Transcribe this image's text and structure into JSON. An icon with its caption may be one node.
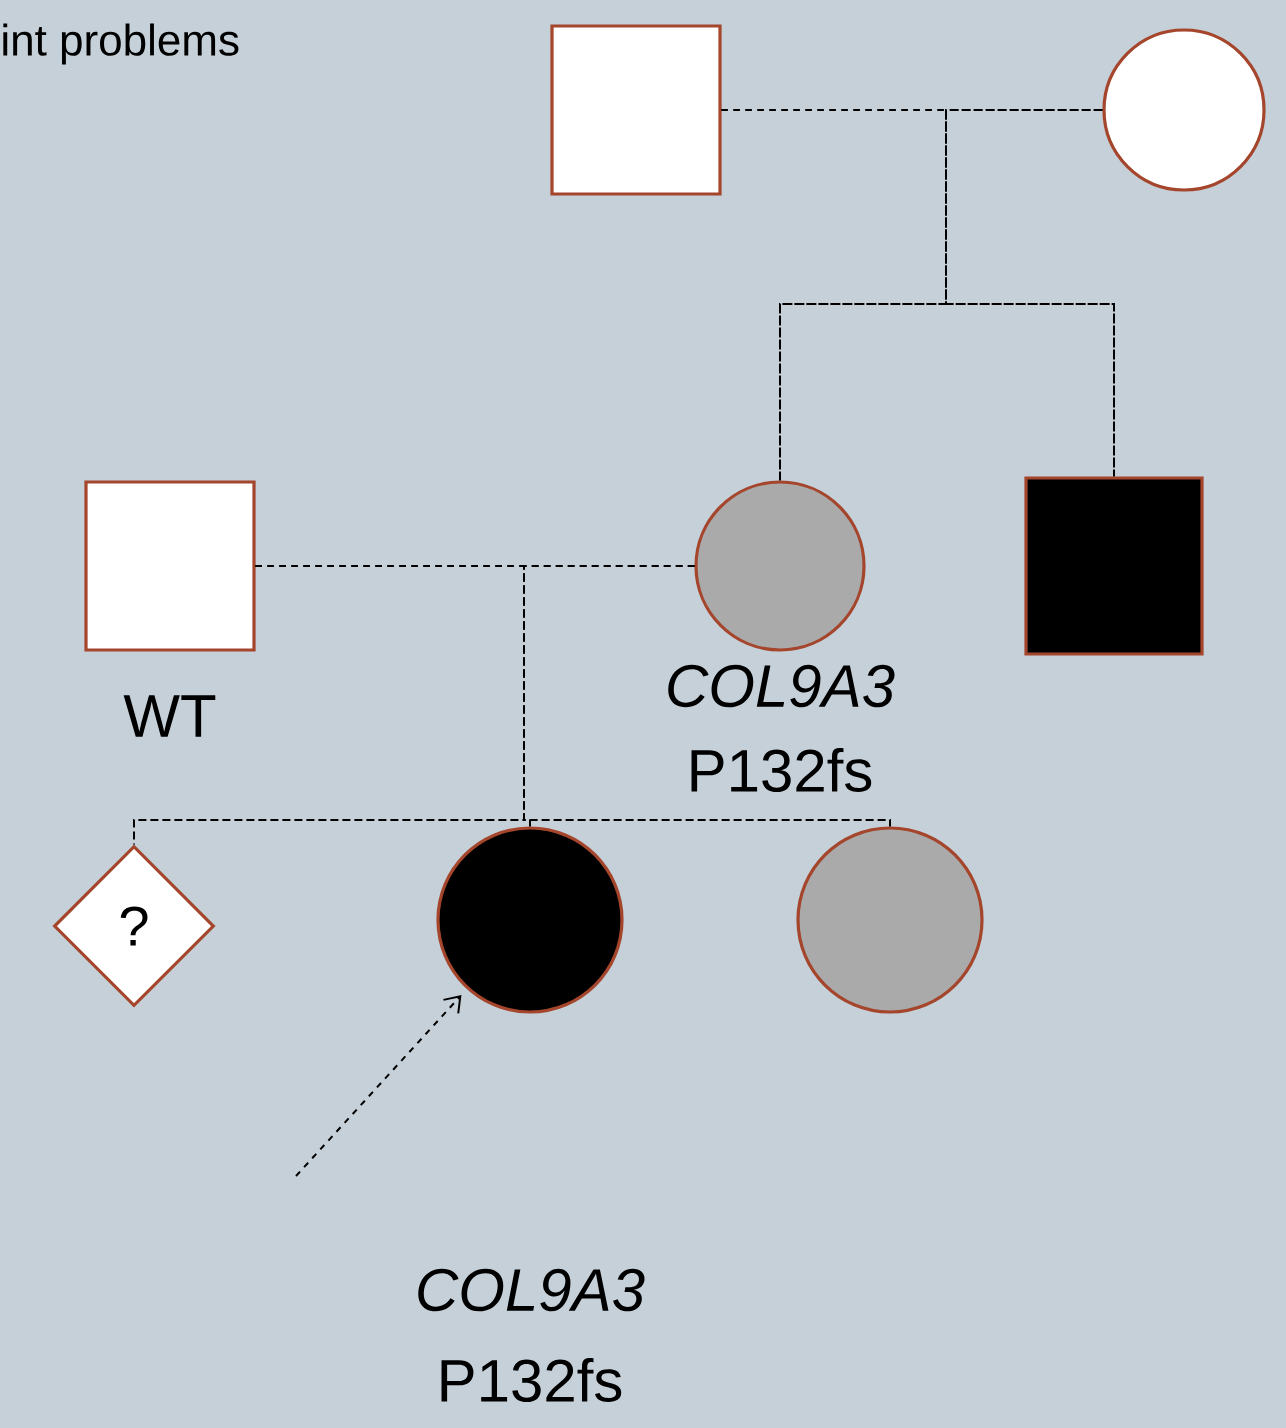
{
  "diagram": {
    "nodes": [
      {
        "text": [],
        "shape": "box"
      },
      {
        "text": [],
        "shape": "circle"
      },
      {
        "text": [],
        "shape": "box",
        "beside": [
          "WT"
        ]
      },
      {
        "text": [],
        "shape": "circle",
        "beside": [
          "COL9A3",
          "P132fs"
        ]
      },
      {
        "text": [],
        "shape": "box"
      },
      {
        "text": [
          "?"
        ]
      },
      {
        "text": [],
        "shape": "circle",
        "beside": [
          "COL9A3",
          "P132fs"
        ]
      },
      {
        "text": [],
        "shape": "circle"
      }
    ],
    "edges": [
      {
        "from": 0,
        "to": 1,
        "arrow": "none"
      },
      {
        "from": 0,
        "to": 3,
        "arrow": "none"
      },
      {
        "from": 1,
        "to": 3,
        "arrow": "none"
      },
      {
        "from": 0,
        "to": 4,
        "arrow": "none"
      },
      {
        "from": 1,
        "to": 4,
        "arrow": "none"
      },
      {
        "from": 2,
        "to": 3,
        "arrow": "none"
      },
      {
        "from": 2,
        "to": 5,
        "arrow": "none"
      },
      {
        "from": 3,
        "to": 5,
        "arrow": "none"
      },
      {
        "from": 2,
        "to": 6,
        "arrow": "none"
      },
      {
        "from": 3,
        "to": 6,
        "arrow": "none"
      },
      {
        "from": 2,
        "to": 7,
        "arrow": "none"
      },
      {
        "from": 3,
        "to": 7,
        "arrow": "none"
      },
      {
        "from": null,
        "to": 6,
        "arrow": "to"
      }
    ],
    "labels": [
      "int problems"
    ]
  }
}
